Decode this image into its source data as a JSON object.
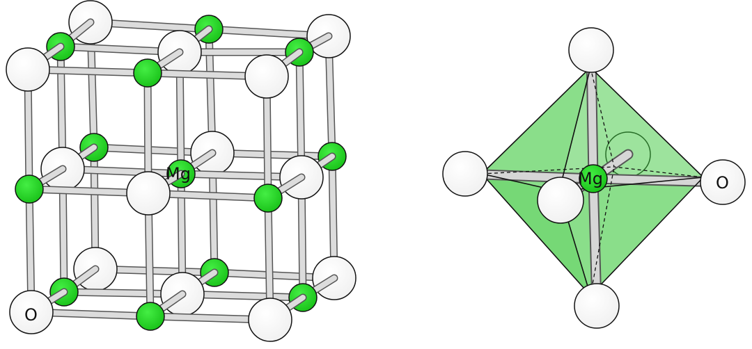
{
  "labels": {
    "lattice_mg": "Mg",
    "lattice_o": "O",
    "octa_mg": "Mg",
    "octa_o": "O"
  },
  "colors": {
    "magnesium": "#22dd22",
    "oxygen": "#ffffff",
    "bond_fill": "#dcdcdc",
    "bond_edge": "#555555",
    "octahedron": "#3cc83c",
    "outline": "#111111"
  }
}
